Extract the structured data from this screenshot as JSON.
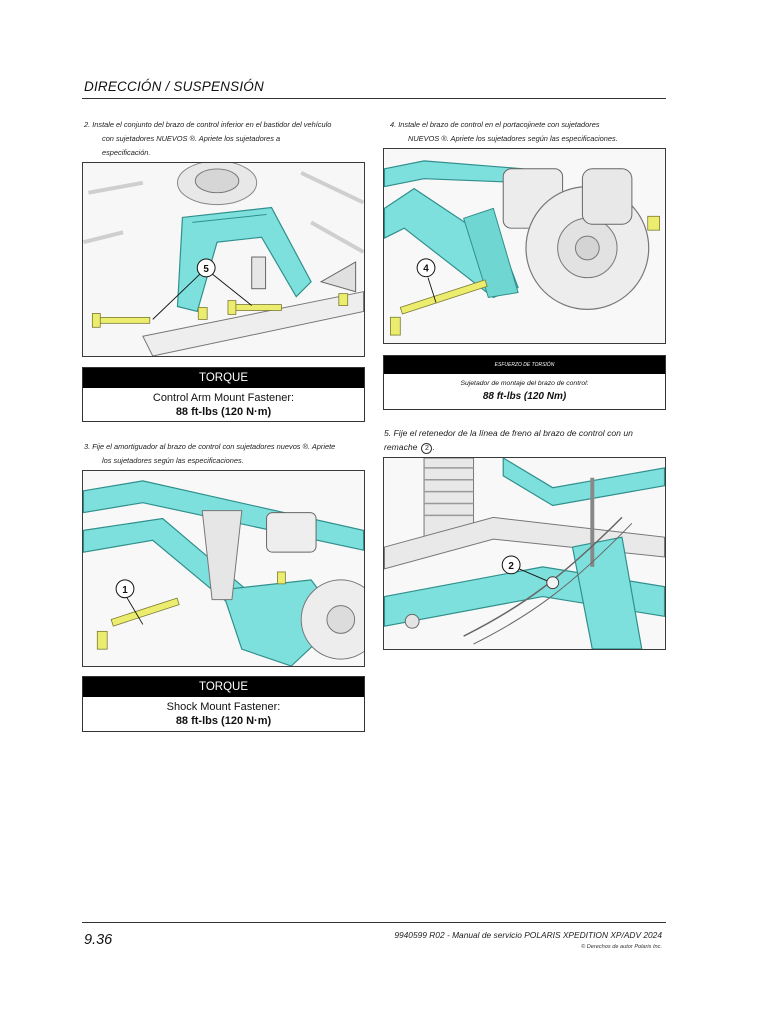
{
  "header": {
    "section_title": "DIRECCIÓN / SUSPENSIÓN"
  },
  "steps": {
    "step2": {
      "line1": "2. Instale el conjunto del brazo de control inferior en el bastidor del vehículo",
      "line2": "con sujetadores NUEVOS ®. Apriete los sujetadores a",
      "line3": "especificación."
    },
    "step3": {
      "line1": "3. Fije el amortiguador al brazo de control con sujetadores nuevos ®. Apriete",
      "line2": "los sujetadores según las especificaciones."
    },
    "step4": {
      "line1": "4. Instale el brazo de control en el portacojinete con sujetadores",
      "line2": "NUEVOS ®. Apriete los sujetadores según las especificaciones."
    },
    "step5": {
      "line1": "5. Fije el retenedor de la línea de freno al brazo de control con un",
      "line2": "remache",
      "callout": "2"
    }
  },
  "figures": {
    "fig2": {
      "callout": "5"
    },
    "fig3": {
      "callout": "1"
    },
    "fig4": {
      "callout": "4"
    },
    "fig5": {
      "callout": "2"
    }
  },
  "torque_tables": {
    "control_arm": {
      "header": "TORQUE",
      "label": "Control Arm Mount Fastener:",
      "value": "88 ft-lbs (120 N·m)"
    },
    "shock_mount": {
      "header": "TORQUE",
      "label": "Shock Mount Fastener:",
      "value": "88 ft-lbs (120 N·m)"
    },
    "bearing_carrier": {
      "header": "ESFUERZO DE TORSIÓN",
      "label": "Sujetador de montaje del brazo de control:",
      "value": "88 ft-lbs (120 Nm)"
    }
  },
  "footer": {
    "page_number": "9.36",
    "manual_title": "9940599 R02 - Manual de servicio POLARIS XPEDITION XP/ADV 2024",
    "copyright": "© Derechos de autor Polaris Inc."
  },
  "colors": {
    "frame_cyan": "#7ee0dc",
    "frame_outline": "#3aa6a3",
    "bolt_yellow": "#ecec6e",
    "line_dark": "#333333"
  }
}
